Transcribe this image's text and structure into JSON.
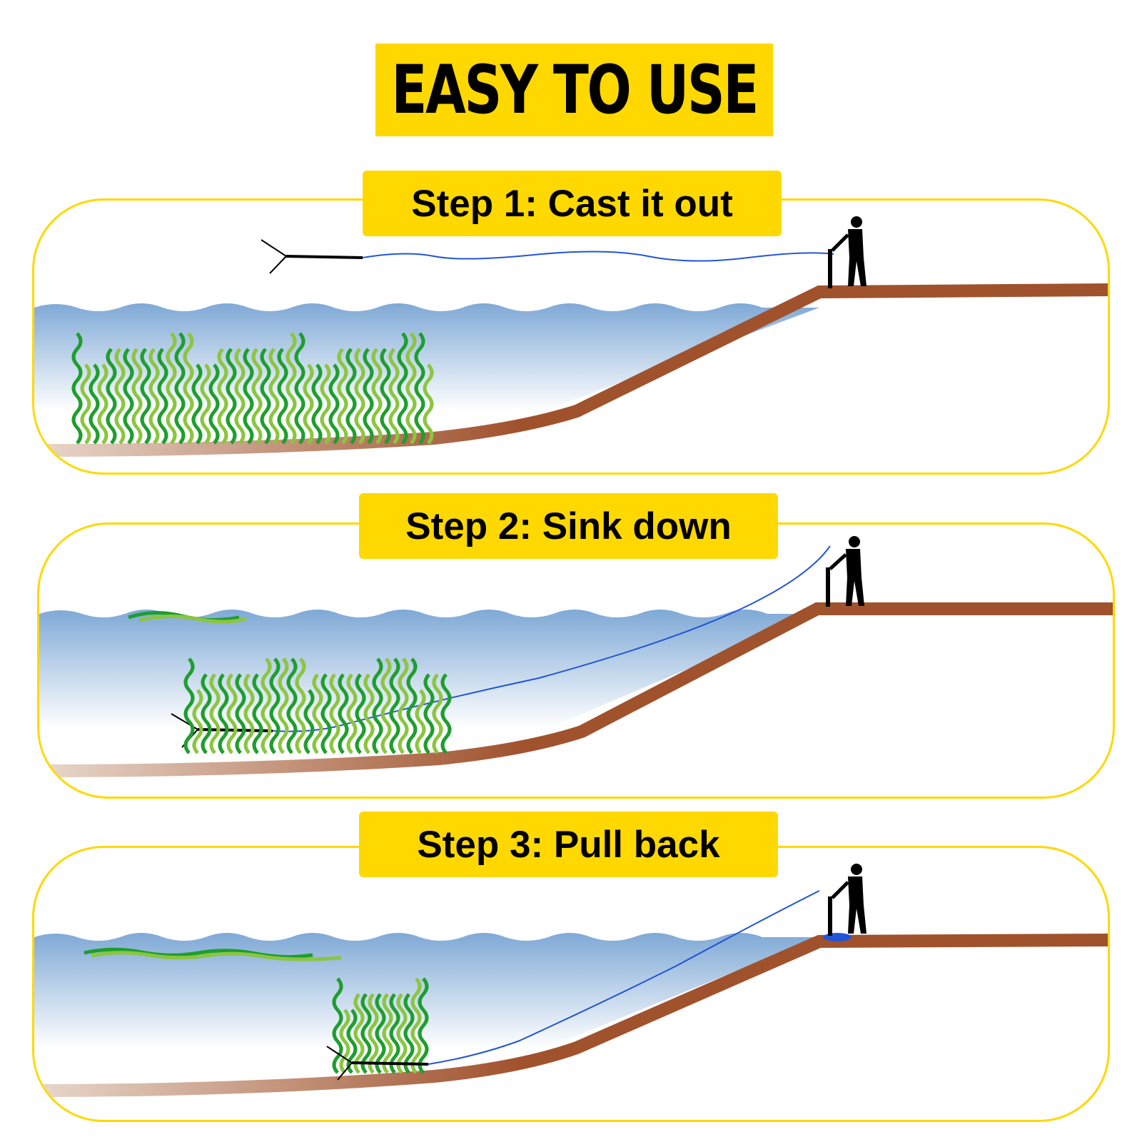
{
  "title": "EASY TO USE",
  "steps": [
    {
      "label": "Step 1: Cast it out"
    },
    {
      "label": "Step 2: Sink down"
    },
    {
      "label": "Step 3: Pull back"
    }
  ],
  "colors": {
    "accent": "#FFD800",
    "water_top": "#7FA9D6",
    "water_bottom": "#FFFFFF",
    "bank": "#A0522D",
    "weed_dark": "#1E9E2E",
    "weed_light": "#8BC53F",
    "rope": "#2255D6"
  }
}
